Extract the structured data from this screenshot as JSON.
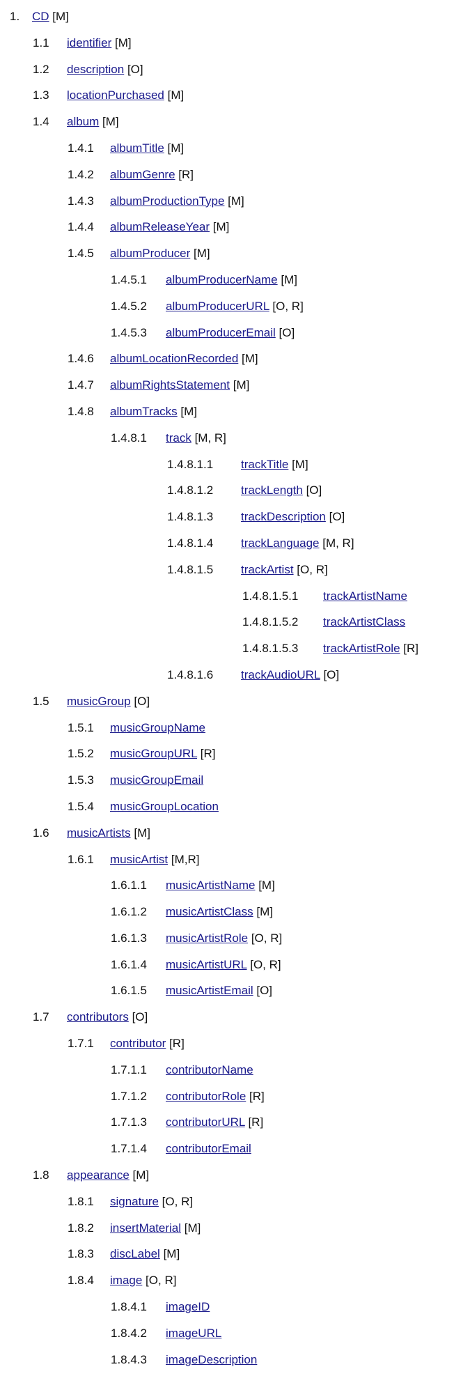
{
  "outline": [
    {
      "num": "1.",
      "label": "CD",
      "flag": "[M]",
      "level": 0
    },
    {
      "num": "1.1",
      "label": "identifier",
      "flag": "[M]",
      "level": 1
    },
    {
      "num": "1.2",
      "label": "description",
      "flag": "[O]",
      "level": 1
    },
    {
      "num": "1.3",
      "label": "locationPurchased",
      "flag": "[M]",
      "level": 1
    },
    {
      "num": "1.4",
      "label": "album",
      "flag": "[M]",
      "level": 1
    },
    {
      "num": "1.4.1",
      "label": "albumTitle",
      "flag": "[M]",
      "level": 2
    },
    {
      "num": "1.4.2",
      "label": "albumGenre",
      "flag": "[R]",
      "level": 2
    },
    {
      "num": "1.4.3",
      "label": "albumProductionType",
      "flag": "[M]",
      "level": 2
    },
    {
      "num": "1.4.4",
      "label": "albumReleaseYear",
      "flag": "[M]",
      "level": 2
    },
    {
      "num": "1.4.5",
      "label": "albumProducer",
      "flag": "[M]",
      "level": 2
    },
    {
      "num": "1.4.5.1",
      "label": "albumProducerName",
      "flag": "[M]",
      "level": 3
    },
    {
      "num": "1.4.5.2",
      "label": "albumProducerURL",
      "flag": "[O, R]",
      "level": 3
    },
    {
      "num": "1.4.5.3",
      "label": "albumProducerEmail",
      "flag": "[O]",
      "level": 3
    },
    {
      "num": "1.4.6",
      "label": "albumLocationRecorded",
      "flag": "[M]",
      "level": 2
    },
    {
      "num": "1.4.7",
      "label": "albumRightsStatement",
      "flag": "[M]",
      "level": 2
    },
    {
      "num": "1.4.8",
      "label": "albumTracks",
      "flag": "[M]",
      "level": 2
    },
    {
      "num": "1.4.8.1",
      "label": "track",
      "flag": "[M, R]",
      "level": 3
    },
    {
      "num": "1.4.8.1.1",
      "label": "trackTitle",
      "flag": "[M]",
      "level": 4
    },
    {
      "num": "1.4.8.1.2",
      "label": "trackLength",
      "flag": "[O]",
      "level": 4
    },
    {
      "num": "1.4.8.1.3",
      "label": "trackDescription",
      "flag": "[O]",
      "level": 4
    },
    {
      "num": "1.4.8.1.4",
      "label": "trackLanguage",
      "flag": "[M, R]",
      "level": 4
    },
    {
      "num": "1.4.8.1.5",
      "label": "trackArtist",
      "flag": "[O, R]",
      "level": 4
    },
    {
      "num": "1.4.8.1.5.1",
      "label": "trackArtistName",
      "flag": "",
      "level": 5
    },
    {
      "num": "1.4.8.1.5.2",
      "label": "trackArtistClass",
      "flag": "",
      "level": 5
    },
    {
      "num": "1.4.8.1.5.3",
      "label": "trackArtistRole",
      "flag": "[R]",
      "level": 5
    },
    {
      "num": "1.4.8.1.6",
      "label": "trackAudioURL",
      "flag": "[O]",
      "level": 4
    },
    {
      "num": "1.5",
      "label": "musicGroup",
      "flag": "[O]",
      "level": 1
    },
    {
      "num": "1.5.1",
      "label": "musicGroupName",
      "flag": "",
      "level": 2
    },
    {
      "num": "1.5.2",
      "label": "musicGroupURL",
      "flag": "[R]",
      "level": 2
    },
    {
      "num": "1.5.3",
      "label": "musicGroupEmail",
      "flag": "",
      "level": 2
    },
    {
      "num": "1.5.4",
      "label": "musicGroupLocation",
      "flag": "",
      "level": 2
    },
    {
      "num": "1.6",
      "label": "musicArtists",
      "flag": "[M]",
      "level": 1
    },
    {
      "num": "1.6.1",
      "label": "musicArtist",
      "flag": "[M,R]",
      "level": 2
    },
    {
      "num": "1.6.1.1",
      "label": "musicArtistName",
      "flag": "[M]",
      "level": 3
    },
    {
      "num": "1.6.1.2",
      "label": "musicArtistClass",
      "flag": "[M]",
      "level": 3
    },
    {
      "num": "1.6.1.3",
      "label": "musicArtistRole",
      "flag": "[O, R]",
      "level": 3
    },
    {
      "num": "1.6.1.4",
      "label": "musicArtistURL",
      "flag": "[O, R]",
      "level": 3
    },
    {
      "num": "1.6.1.5",
      "label": "musicArtistEmail",
      "flag": "[O]",
      "level": 3
    },
    {
      "num": "1.7",
      "label": "contributors",
      "flag": "[O]",
      "level": 1
    },
    {
      "num": "1.7.1",
      "label": "contributor",
      "flag": "[R]",
      "level": 2
    },
    {
      "num": "1.7.1.1",
      "label": "contributorName",
      "flag": "",
      "level": 3
    },
    {
      "num": "1.7.1.2",
      "label": "contributorRole",
      "flag": "[R]",
      "level": 3
    },
    {
      "num": "1.7.1.3",
      "label": "contributorURL",
      "flag": "[R]",
      "level": 3
    },
    {
      "num": "1.7.1.4",
      "label": "contributorEmail",
      "flag": "",
      "level": 3
    },
    {
      "num": "1.8",
      "label": "appearance",
      "flag": "[M]",
      "level": 1
    },
    {
      "num": "1.8.1",
      "label": "signature",
      "flag": "[O, R]",
      "level": 2
    },
    {
      "num": "1.8.2",
      "label": "insertMaterial",
      "flag": "[M]",
      "level": 2
    },
    {
      "num": "1.8.3",
      "label": "discLabel",
      "flag": "[M]",
      "level": 2
    },
    {
      "num": "1.8.4",
      "label": "image",
      "flag": "[O, R]",
      "level": 2
    },
    {
      "num": "1.8.4.1",
      "label": "imageID",
      "flag": "",
      "level": 3
    },
    {
      "num": "1.8.4.2",
      "label": "imageURL",
      "flag": "",
      "level": 3
    },
    {
      "num": "1.8.4.3",
      "label": "imageDescription",
      "flag": "",
      "level": 3
    }
  ]
}
